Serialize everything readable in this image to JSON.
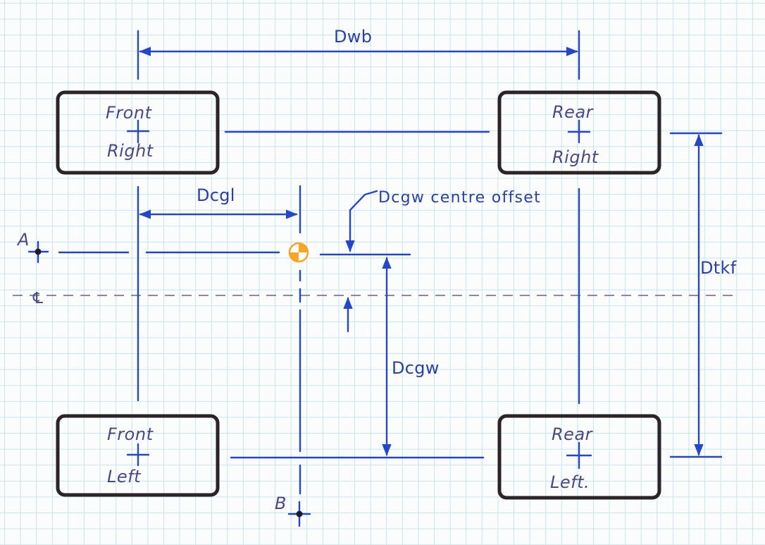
{
  "diagram": {
    "wheels": {
      "front_right": {
        "line1": "Front",
        "line2": "Right"
      },
      "rear_right": {
        "line1": "Rear",
        "line2": "Right"
      },
      "front_left": {
        "line1": "Front",
        "line2": "Left"
      },
      "rear_left": {
        "line1": "Rear",
        "line2": "Left."
      }
    },
    "dimensions": {
      "wheelbase": "Dwb",
      "cg_longitudinal": "Dcgl",
      "cg_width_offset": "Dcgw centre offset",
      "cg_width": "Dcgw",
      "track": "Dtkf"
    },
    "points": {
      "a": "A",
      "b": "B",
      "centerline": "℄"
    },
    "colors": {
      "ink_blue": "#2446c8",
      "box_black": "#2b2328",
      "cg_orange": "#f5a623",
      "grid": "#c9e3ec"
    }
  }
}
